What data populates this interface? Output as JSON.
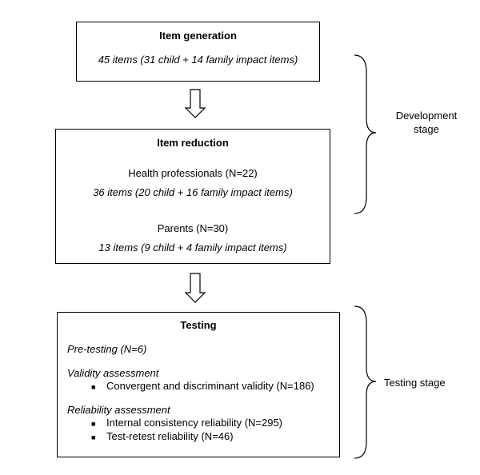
{
  "boxes": {
    "generation": {
      "title": "Item generation",
      "items": "45 items (31 child + 14 family impact items)"
    },
    "reduction": {
      "title": "Item reduction",
      "group1_label": "Health professionals (N=22)",
      "group1_items": "36 items (20 child + 16 family impact items)",
      "group2_label": "Parents (N=30)",
      "group2_items": "13 items (9 child + 4 family impact items)"
    },
    "testing": {
      "title": "Testing",
      "pretesting": "Pre-testing (N=6)",
      "validity_heading": "Validity assessment",
      "validity_bullets": [
        "Convergent and discriminant validity (N=186)"
      ],
      "reliability_heading": "Reliability assessment",
      "reliability_bullets": [
        "Internal consistency reliability (N=295)",
        "Test-retest reliability (N=46)"
      ]
    }
  },
  "stages": {
    "development": [
      "Development",
      "stage"
    ],
    "testing": "Testing stage"
  }
}
